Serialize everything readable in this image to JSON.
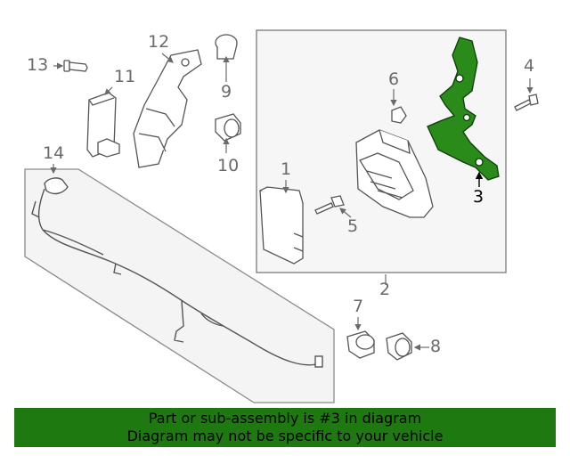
{
  "callouts": {
    "c1": "1",
    "c2": "2",
    "c3": "3",
    "c4": "4",
    "c5": "5",
    "c6": "6",
    "c7": "7",
    "c8": "8",
    "c9": "9",
    "c10": "10",
    "c11": "11",
    "c12": "12",
    "c13": "13",
    "c14": "14"
  },
  "banner": {
    "line1": "Part or sub-assembly is #3 in diagram",
    "line2": "Diagram may not be specific to your vehicle"
  },
  "colors": {
    "highlight_part": "#2a8a1a",
    "banner_bg": "#1e7a10",
    "line": "#6a6a6a"
  }
}
